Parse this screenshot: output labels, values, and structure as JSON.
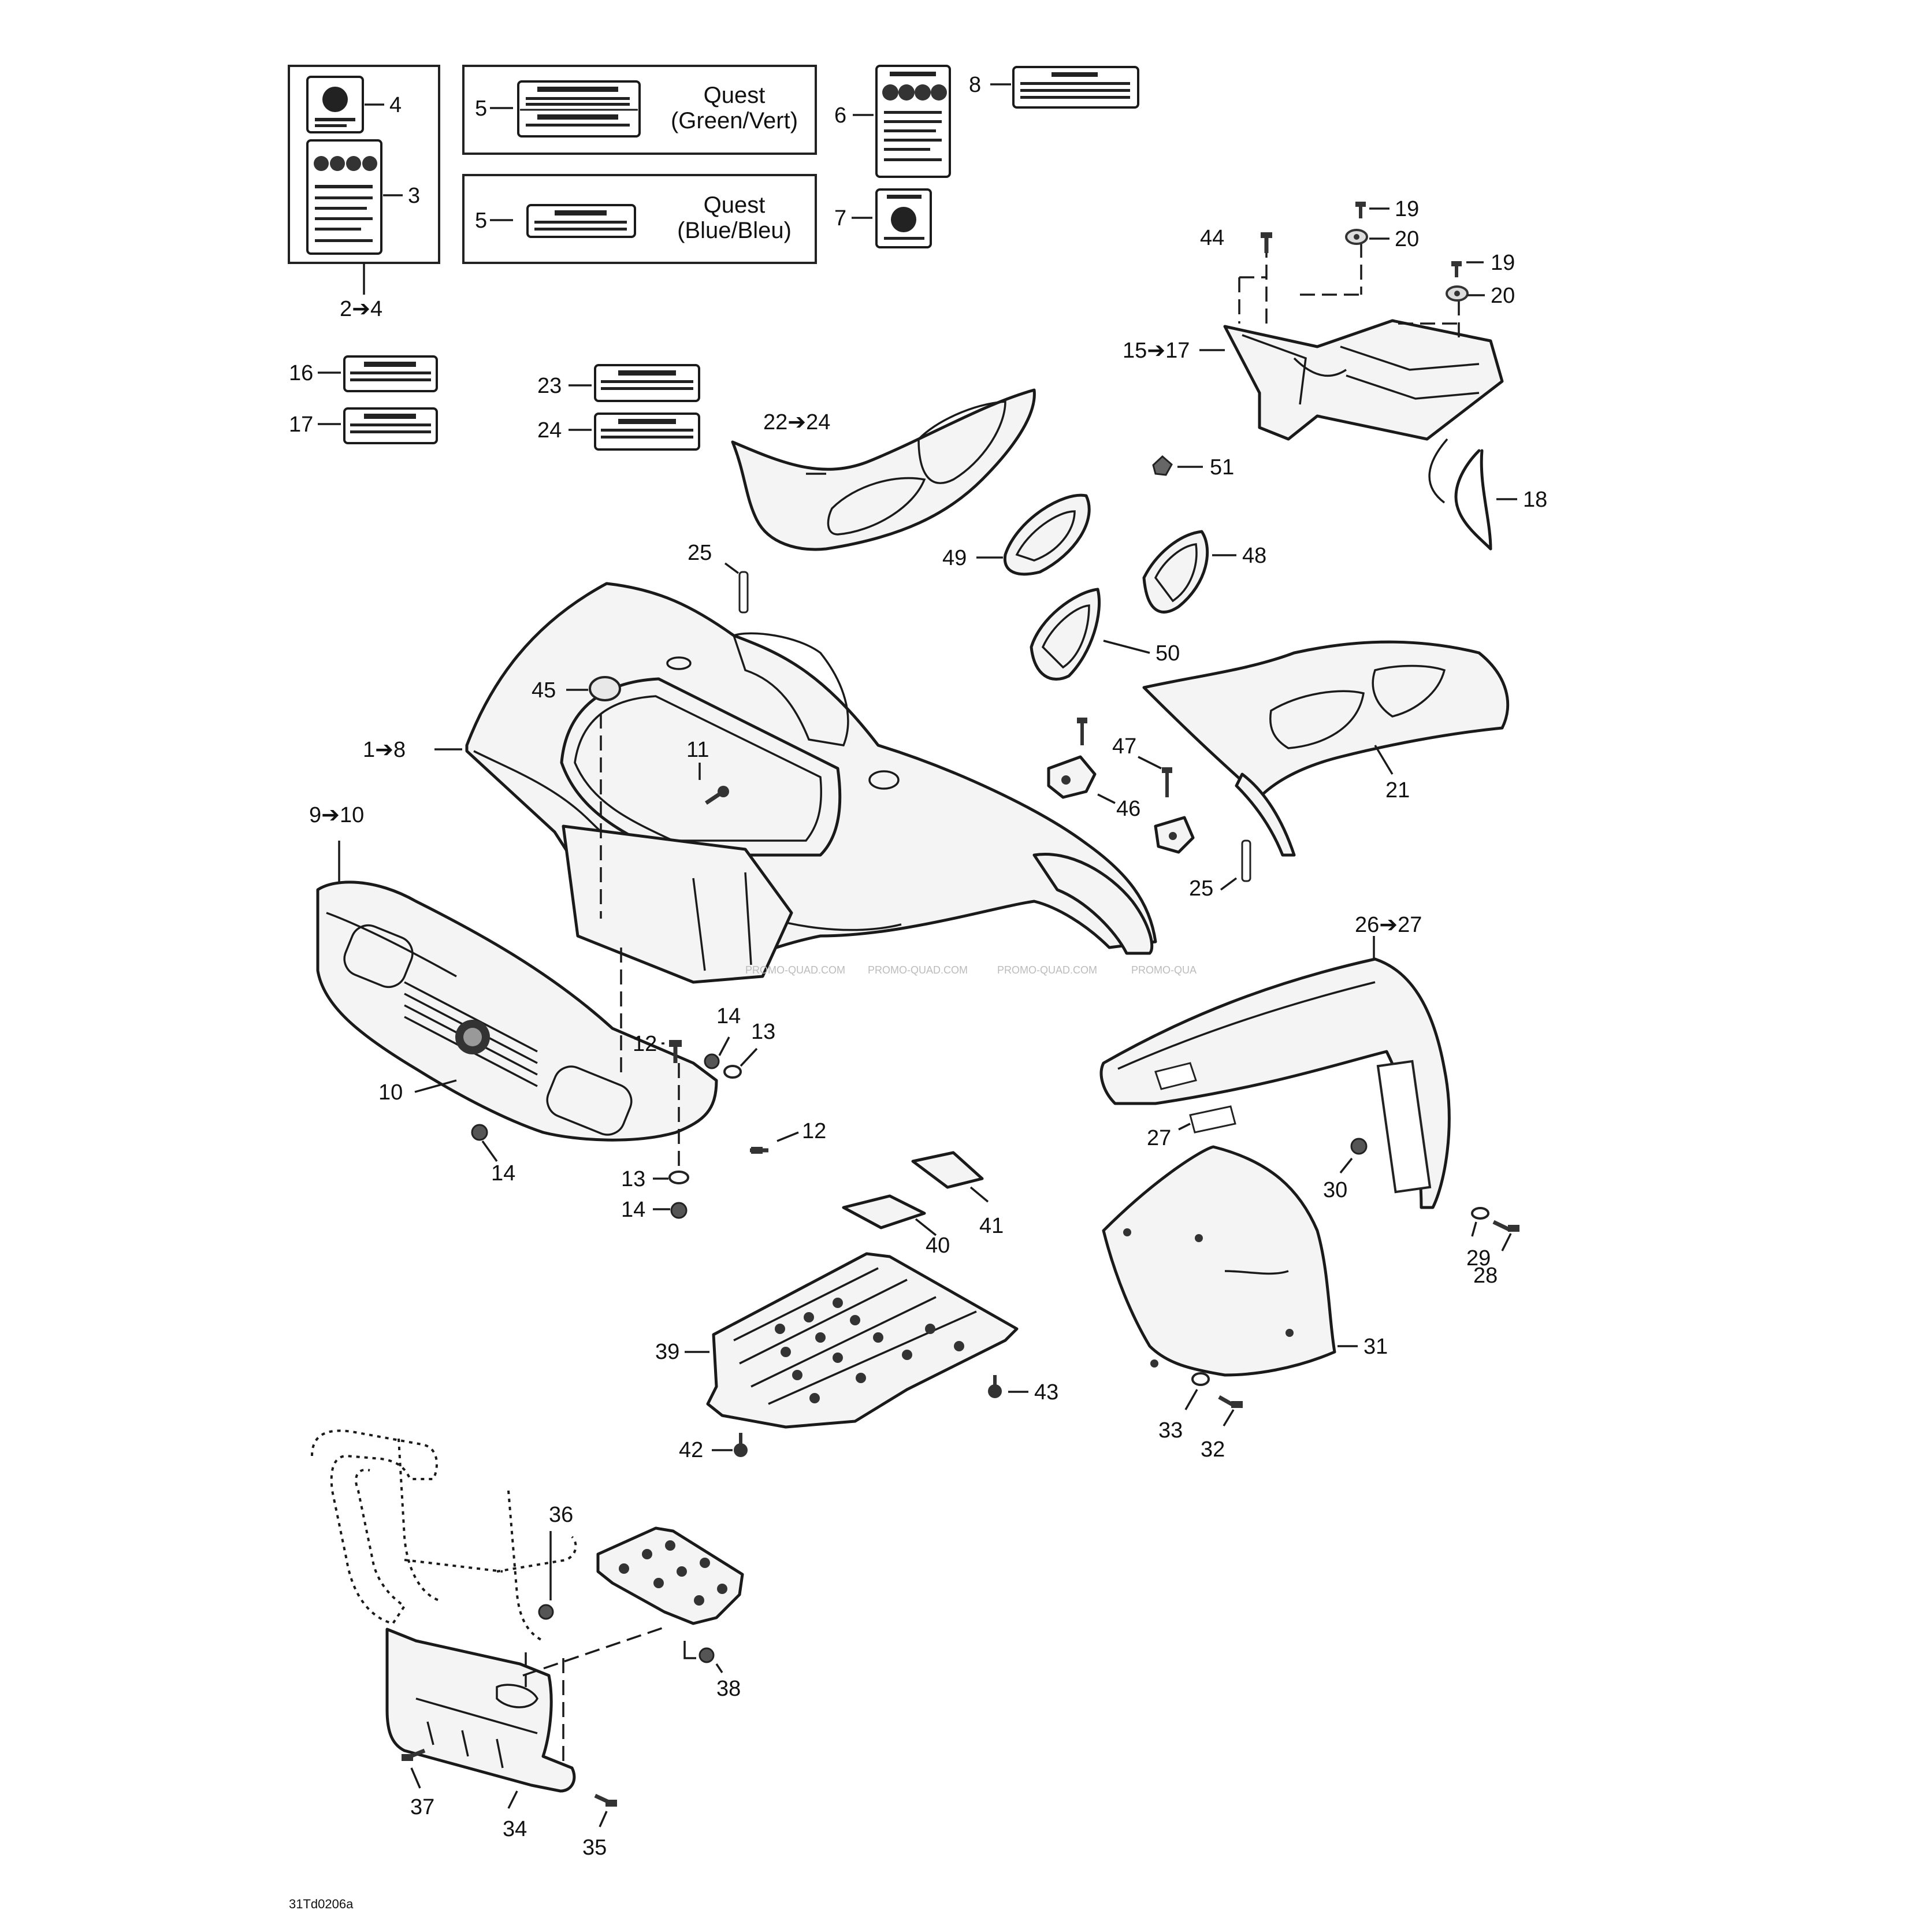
{
  "boxes": {
    "green_line1": "Quest",
    "green_line2": "(Green/Vert)",
    "blue_line1": "Quest",
    "blue_line2": "(Blue/Bleu)"
  },
  "callouts": {
    "c4": "4",
    "c3": "3",
    "c2to4": "2➔4",
    "c5a": "5",
    "c5b": "5",
    "c6": "6",
    "c7": "7",
    "c8": "8",
    "c16": "16",
    "c17": "17",
    "c23": "23",
    "c24": "24",
    "c22to24": "22➔24",
    "c44": "44",
    "c19a": "19",
    "c20a": "20",
    "c19b": "19",
    "c20b": "20",
    "c15to17": "15➔17",
    "c51": "51",
    "c18": "18",
    "c49": "49",
    "c48": "48",
    "c25a": "25",
    "c45": "45",
    "c50": "50",
    "c1to8": "1➔8",
    "c11": "11",
    "c47": "47",
    "c21": "21",
    "c46": "46",
    "c9to10": "9➔10",
    "c25b": "25",
    "c26to27": "26➔27",
    "c12a": "12",
    "c14a": "14",
    "c13a": "13",
    "c10": "10",
    "c12b": "12",
    "c14b": "14",
    "c13b": "13",
    "c14c": "14",
    "c27": "27",
    "c30": "30",
    "c41": "41",
    "c40": "40",
    "c29": "29",
    "c28": "28",
    "c39": "39",
    "c31": "31",
    "c43": "43",
    "c33": "33",
    "c32": "32",
    "c42": "42",
    "c36": "36",
    "c38": "38",
    "c37": "37",
    "c34": "34",
    "c35": "35"
  },
  "watermark": [
    "PROMO-QUAD.COM",
    "PROMO-QUAD.COM",
    "PROMO-QUAD.COM",
    "PROMO-QUA"
  ],
  "reference": "31Td0206a"
}
